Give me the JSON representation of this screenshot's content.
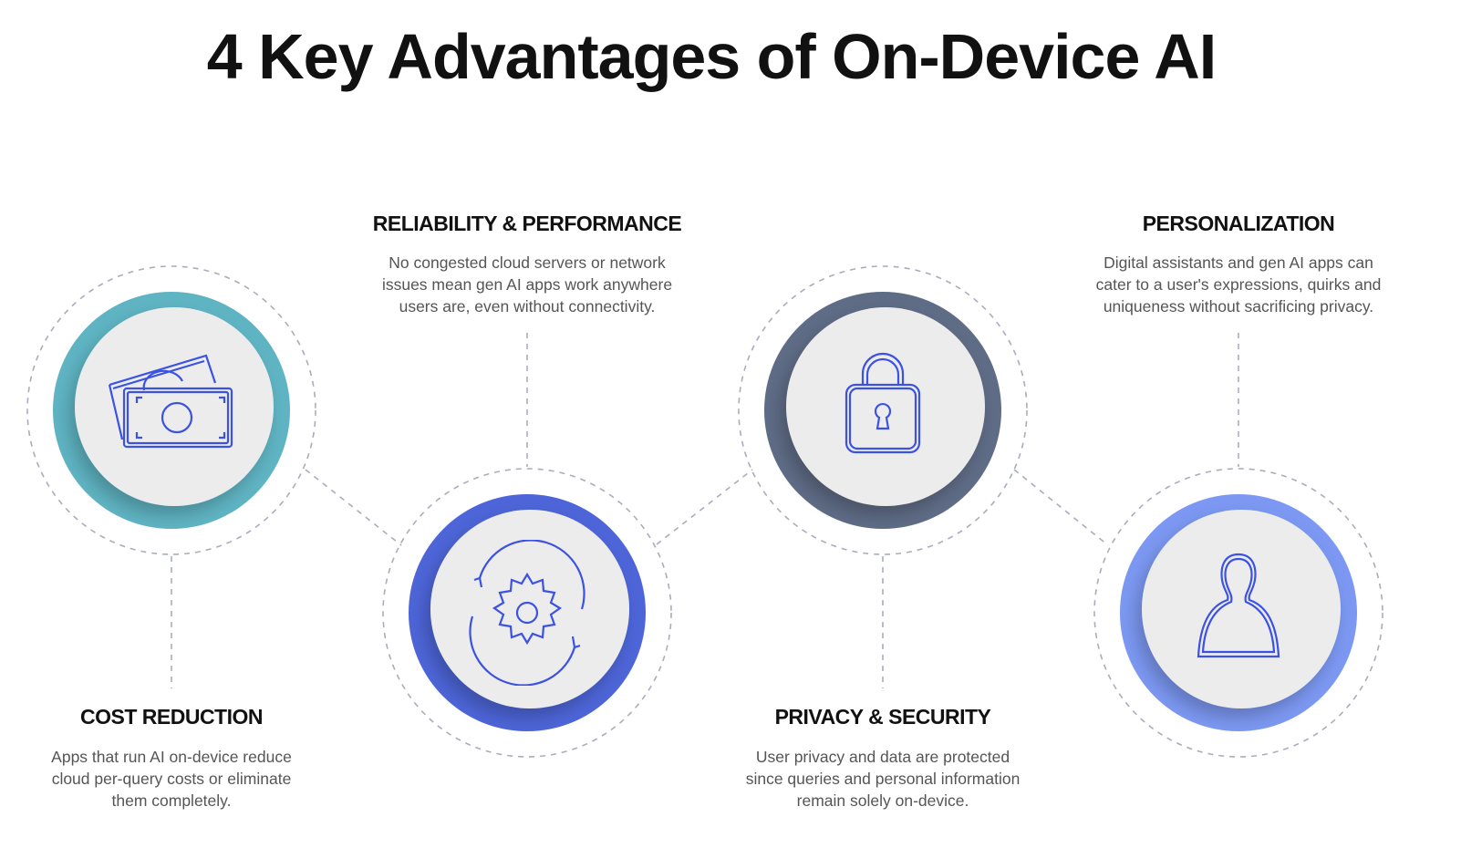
{
  "title": "4 Key Advantages of On-Device AI",
  "colors": {
    "cost_ring": "#5fb4c3",
    "reliability_ring": "#4d65d8",
    "privacy_ring": "#5f6c86",
    "personalization_ring": "#7c98f2",
    "icon_stroke": "#3b52e2",
    "dash": "#a9adbb"
  },
  "items": [
    {
      "heading": "COST REDUCTION",
      "icon": "money-icon",
      "lines": [
        "Apps that run AI on-device reduce",
        "cloud per-query costs or eliminate",
        "them completely."
      ]
    },
    {
      "heading": "RELIABILITY & PERFORMANCE",
      "icon": "gear-sync-icon",
      "lines": [
        "No congested cloud servers or network",
        "issues mean gen AI apps work anywhere",
        "users are, even without connectivity."
      ]
    },
    {
      "heading": "PRIVACY & SECURITY",
      "icon": "lock-icon",
      "lines": [
        "User privacy and data are protected",
        "since queries and personal information",
        "remain solely on-device."
      ]
    },
    {
      "heading": "PERSONALIZATION",
      "icon": "person-icon",
      "lines": [
        "Digital assistants and gen AI apps can",
        "cater to a user's expressions, quirks and",
        "uniqueness without sacrificing privacy."
      ]
    }
  ]
}
